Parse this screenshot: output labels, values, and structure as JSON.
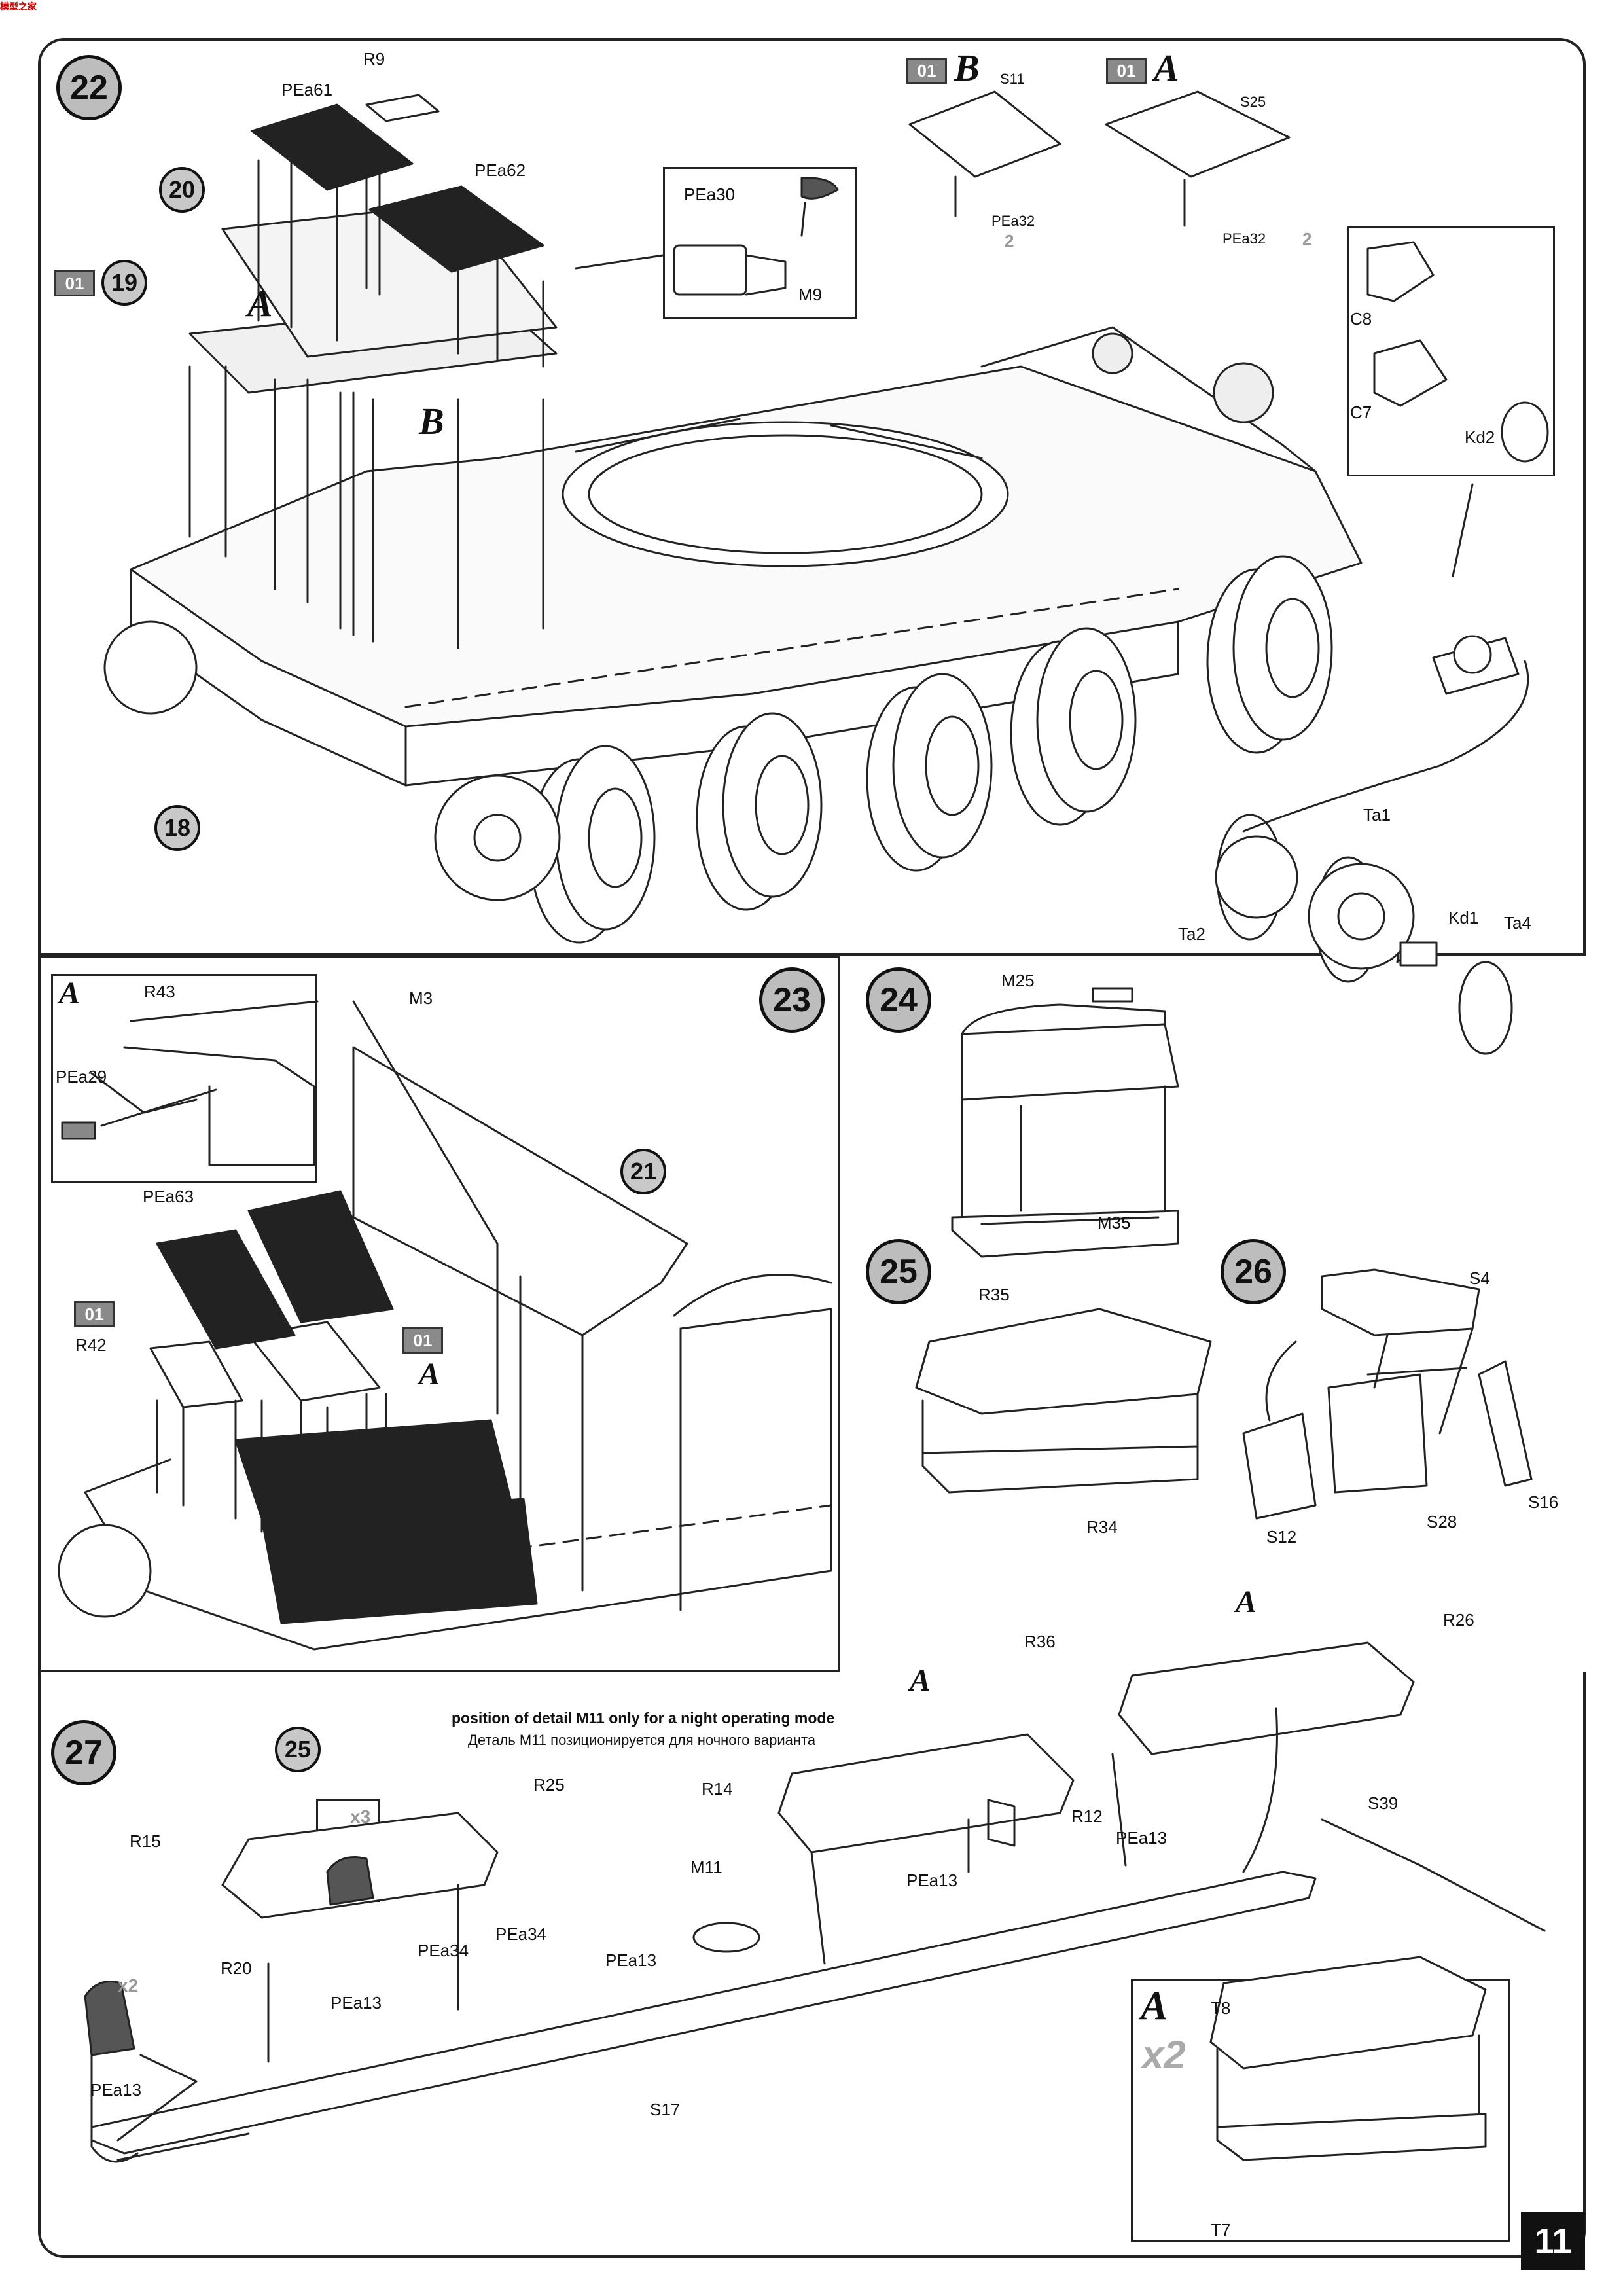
{
  "logo_text": "模型之家",
  "page_number": "11",
  "steps": {
    "s22": "22",
    "s23": "23",
    "s24": "24",
    "s25": "25",
    "s26": "26",
    "s27": "27"
  },
  "sub_assemblies": {
    "a19": "19",
    "a20": "20",
    "a18": "18",
    "a21": "21",
    "a25": "25"
  },
  "badges": {
    "b01": "01"
  },
  "letters": {
    "A": "A",
    "B": "B"
  },
  "parts": {
    "R9": "R9",
    "PEa61": "PEa61",
    "PEa62": "PEa62",
    "PEa30": "PEa30",
    "M9": "M9",
    "S11": "S11",
    "S25": "S25",
    "PEa32": "PEa32",
    "C8": "C8",
    "C7": "C7",
    "Kd2": "Kd2",
    "Ta1": "Ta1",
    "Ta2": "Ta2",
    "Kd1": "Kd1",
    "Ta4": "Ta4",
    "R43": "R43",
    "PEa29": "PEa29",
    "M3": "M3",
    "PEa63": "PEa63",
    "R42": "R42",
    "M25": "M25",
    "M35": "M35",
    "R35": "R35",
    "R34": "R34",
    "S4": "S4",
    "S12": "S12",
    "S28": "S28",
    "S16": "S16",
    "R25": "R25",
    "R15": "R15",
    "R20": "R20",
    "PEa13": "PEa13",
    "PEa34": "PEa34",
    "M11": "M11",
    "R14": "R14",
    "R36": "R36",
    "R12": "R12",
    "R26": "R26",
    "S39": "S39",
    "S17": "S17",
    "T8": "T8",
    "T7": "T7"
  },
  "multipliers": {
    "x2": "x2",
    "x3": "x3",
    "two": "2"
  },
  "notes": {
    "en": "position of detail M11 only for a night operating mode",
    "ru": "Деталь М11 позиционируется  для ночного варианта"
  }
}
